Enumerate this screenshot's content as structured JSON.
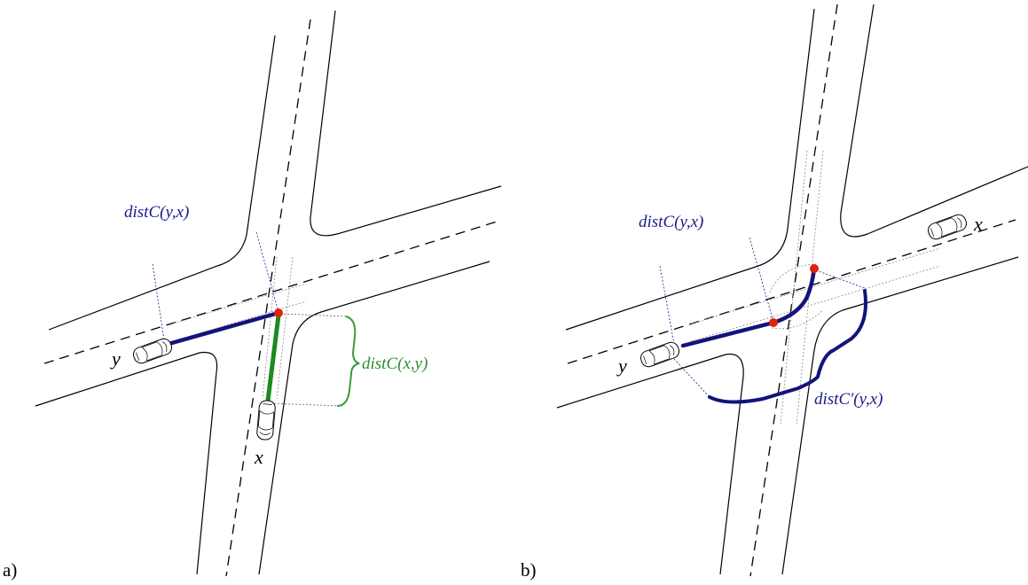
{
  "panels": [
    {
      "id": "a",
      "panel_label": "a)",
      "labels": {
        "dist_y_x": "distC(y,x)",
        "dist_x_y": "distC(x,y)",
        "car_x": "x",
        "car_y": "y"
      }
    },
    {
      "id": "b",
      "panel_label": "b)",
      "labels": {
        "dist_y_x": "distC(y,x)",
        "dist_prime_y_x": "distC′(y,x)",
        "car_x": "x",
        "car_y": "y"
      }
    }
  ],
  "colors": {
    "blue_path": "#13137a",
    "green_path": "#1e8a1e",
    "point": "#e02010"
  }
}
